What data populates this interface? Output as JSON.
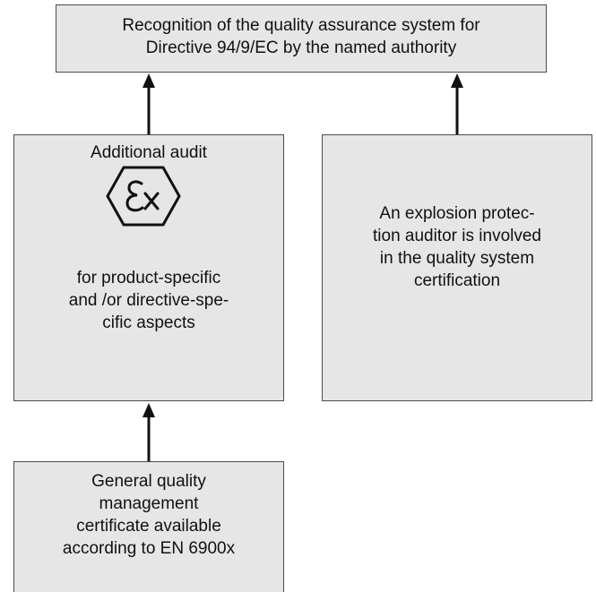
{
  "top_box": {
    "lines": [
      "Recognition of the quality assurance system for",
      "Directive 94/9/EC by the named authority"
    ]
  },
  "left_box": {
    "title": "Additional audit",
    "logo": {
      "icon": "ex-explosion-protection-icon",
      "text": "Ex"
    },
    "lines": [
      "for product-specific",
      "and /or directive-spe-",
      "cific aspects"
    ]
  },
  "right_box": {
    "lines": [
      "An explosion protec-",
      "tion auditor is involved",
      "in the quality system",
      "certification"
    ]
  },
  "bottom_box": {
    "lines": [
      "General quality",
      "management",
      "certificate available",
      "according to EN 6900x"
    ]
  },
  "colors": {
    "box_fill": "#e6e6e6",
    "box_border": "#4a4a4a",
    "arrow": "#111111"
  }
}
